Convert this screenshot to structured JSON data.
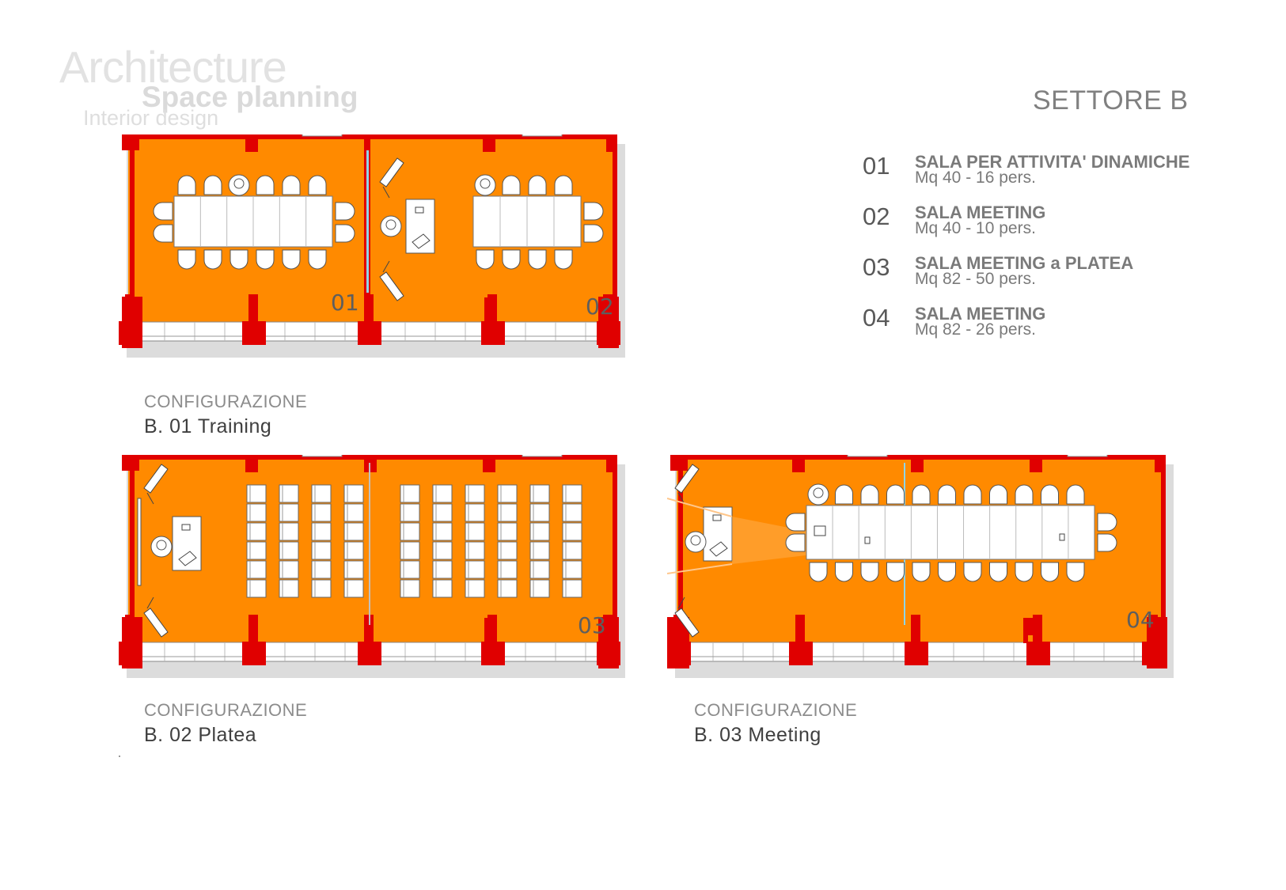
{
  "brand": {
    "line1": "Architecture",
    "line2": "Space planning",
    "line3": "Interior design"
  },
  "sector_title": "SETTORE B",
  "legend": [
    {
      "num": "01",
      "name": "SALA PER ATTIVITA' DINAMICHE",
      "area": "Mq 40 - 16 pers."
    },
    {
      "num": "02",
      "name": "SALA MEETING",
      "area": "Mq 40 - 10 pers."
    },
    {
      "num": "03",
      "name": "SALA MEETING a PLATEA",
      "area": "Mq 82 - 50 pers."
    },
    {
      "num": "04",
      "name": "SALA MEETING",
      "area": "Mq 82 - 26 pers."
    }
  ],
  "configs": [
    {
      "kicker": "CONFIGURAZIONE",
      "name": "B. 01 Training",
      "rooms": [
        "01",
        "02"
      ]
    },
    {
      "kicker": "CONFIGURAZIONE",
      "name": "B. 02 Platea",
      "rooms": [
        "03"
      ]
    },
    {
      "kicker": "CONFIGURAZIONE",
      "name": "B. 03 Meeting",
      "rooms": [
        "04"
      ]
    }
  ],
  "colors": {
    "floor": "#ff8a00",
    "wall": "#e00000",
    "furniture": "#ffffff",
    "glass": "#8fd6ea",
    "shadow": "#9a9a9a"
  }
}
